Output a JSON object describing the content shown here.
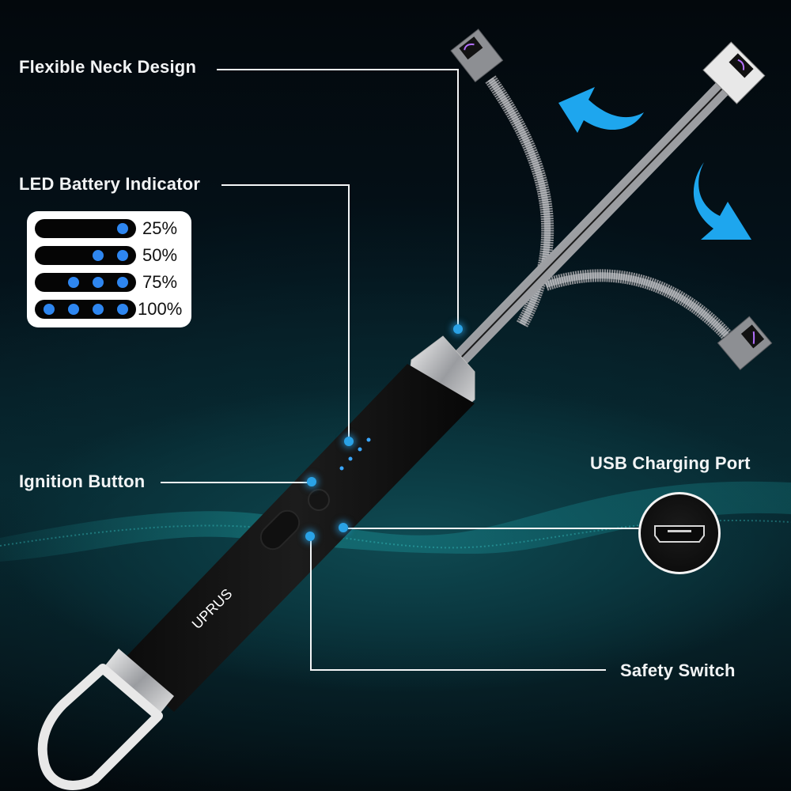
{
  "product": {
    "brand": "UPRUS",
    "type": "USB rechargeable arc lighter (infographic)"
  },
  "callouts": {
    "flexible_neck": "Flexible Neck Design",
    "led_indicator": "LED Battery Indicator",
    "ignition_button": "Ignition Button",
    "usb_port": "USB Charging Port",
    "safety_switch": "Safety Switch"
  },
  "battery_levels": [
    {
      "label": "25%",
      "leds": 1
    },
    {
      "label": "50%",
      "leds": 2
    },
    {
      "label": "75%",
      "leds": 3
    },
    {
      "label": "100%",
      "leds": 4
    }
  ],
  "colors": {
    "accent_blue": "#2aa2e6",
    "led_blue": "#2e86f0",
    "arrow_blue": "#1ea6ee",
    "arc_purple": "#9b4dd8",
    "background_dark": "#03080c",
    "background_teal": "#0b3a42"
  }
}
